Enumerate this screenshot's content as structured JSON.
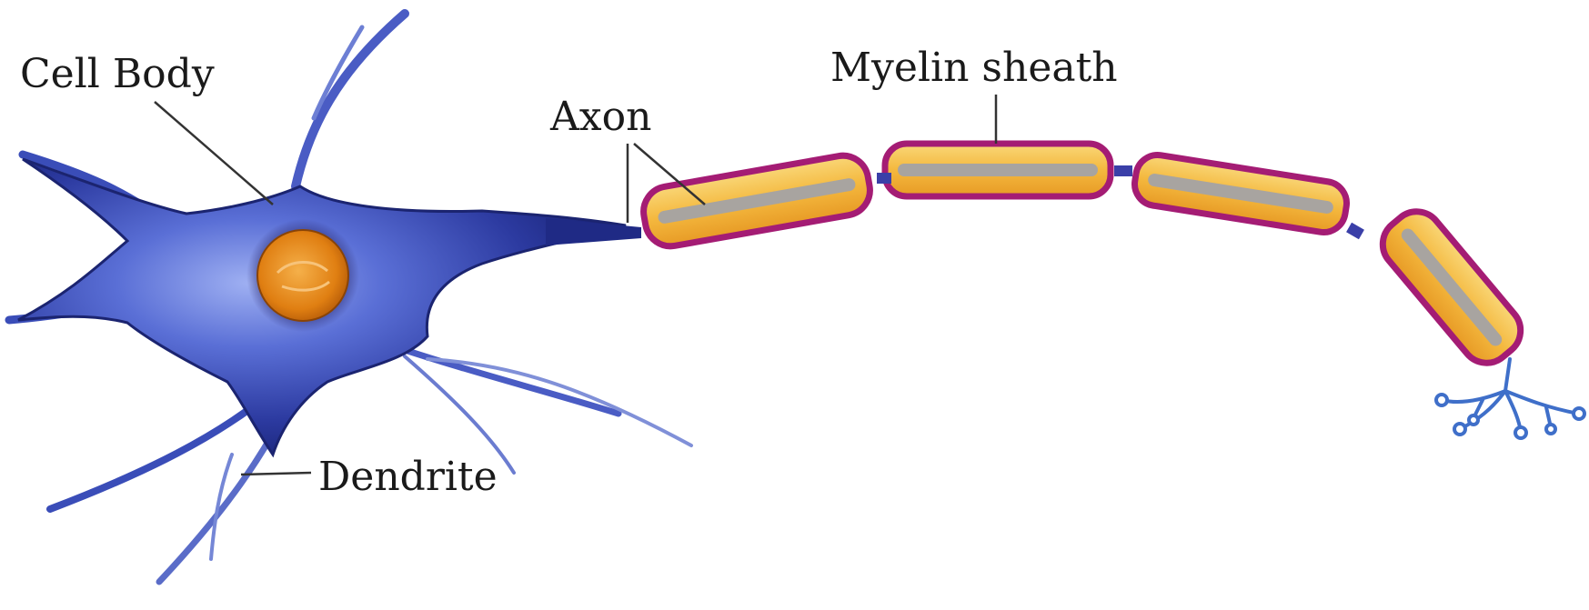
{
  "labels": {
    "cell_body": "Cell Body",
    "axon": "Axon",
    "myelin_sheath": "Myelin sheath",
    "dendrite": "Dendrite"
  },
  "colors": {
    "soma": "#2f3fa8",
    "soma_light": "#6c80e2",
    "nucleus": "#e98a1c",
    "myelin_fill": "#f6c04a",
    "myelin_border": "#a41c74",
    "axon_core": "#a8a4a0",
    "terminal": "#3f6fc9"
  }
}
